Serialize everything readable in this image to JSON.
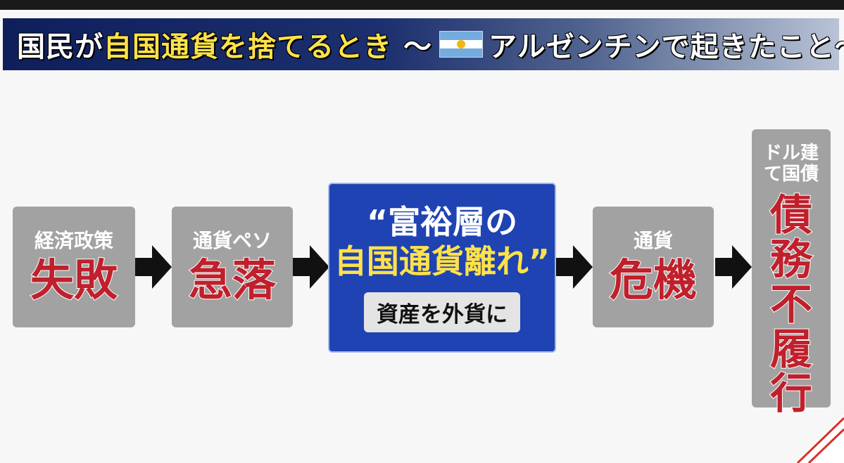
{
  "title": {
    "part1": "国民が",
    "highlight": "自国通貨を捨てるとき",
    "part2": "〜",
    "part3": "アルゼンチンで起きたこと〜",
    "flag_icon": "argentina-flag-icon"
  },
  "colors": {
    "accent_red": "#c0202c",
    "highlight_yellow": "#ffe24a",
    "box_grey": "#a2a2a2",
    "box_blue": "#1f43b2",
    "title_navy": "#0e1f5c"
  },
  "flow": {
    "step1": {
      "label": "経済政策",
      "value": "失敗"
    },
    "step2": {
      "label": "通貨ペソ",
      "value": "急落"
    },
    "step3": {
      "line1": "“富裕層の",
      "line2": "自国通貨離れ”",
      "note": "資産を外貨に"
    },
    "step4": {
      "label": "通貨",
      "value": "危機"
    },
    "step5": {
      "label": "ドル建て国債",
      "value": "債務不履行"
    }
  },
  "arrow_icon": "right-arrow-icon"
}
